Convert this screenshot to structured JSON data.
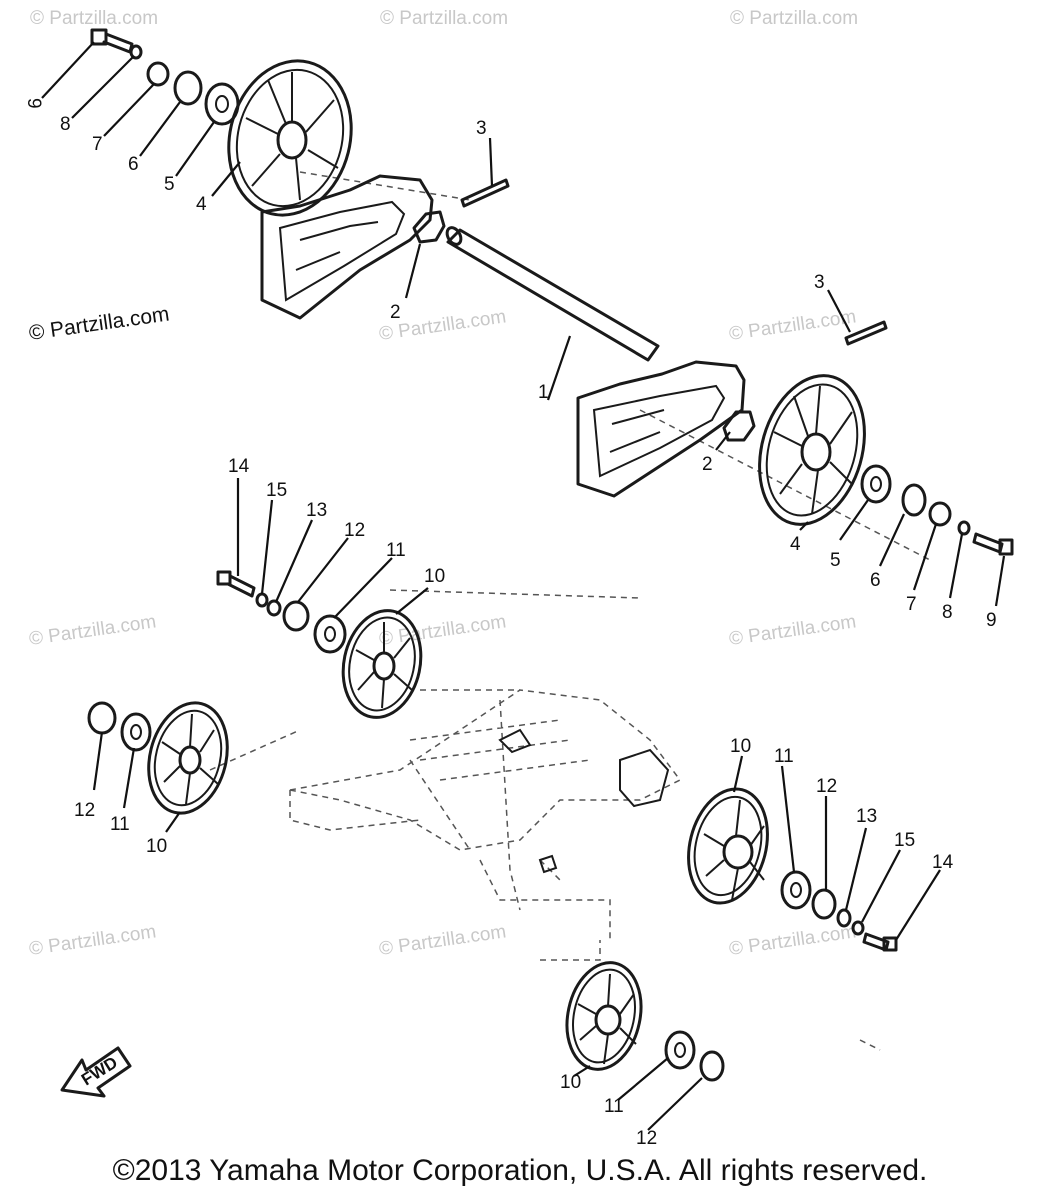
{
  "watermark": "© Partzilla.com",
  "copyright": "©2013 Yamaha Motor Corporation, U.S.A. All rights reserved.",
  "direction_label": "FWD",
  "callouts": {
    "shaft": "1",
    "collar": "2",
    "pin": "3",
    "wheel_large": "4",
    "bearing_large": "5",
    "circlip_large": "6",
    "washer_large": "7",
    "lock_washer_large": "8",
    "bolt_large": "9",
    "wheel_small": "10",
    "bearing_small": "11",
    "circlip_small": "12",
    "washer_small": "13",
    "bolt_small": "14",
    "lock_washer_small": "15"
  }
}
